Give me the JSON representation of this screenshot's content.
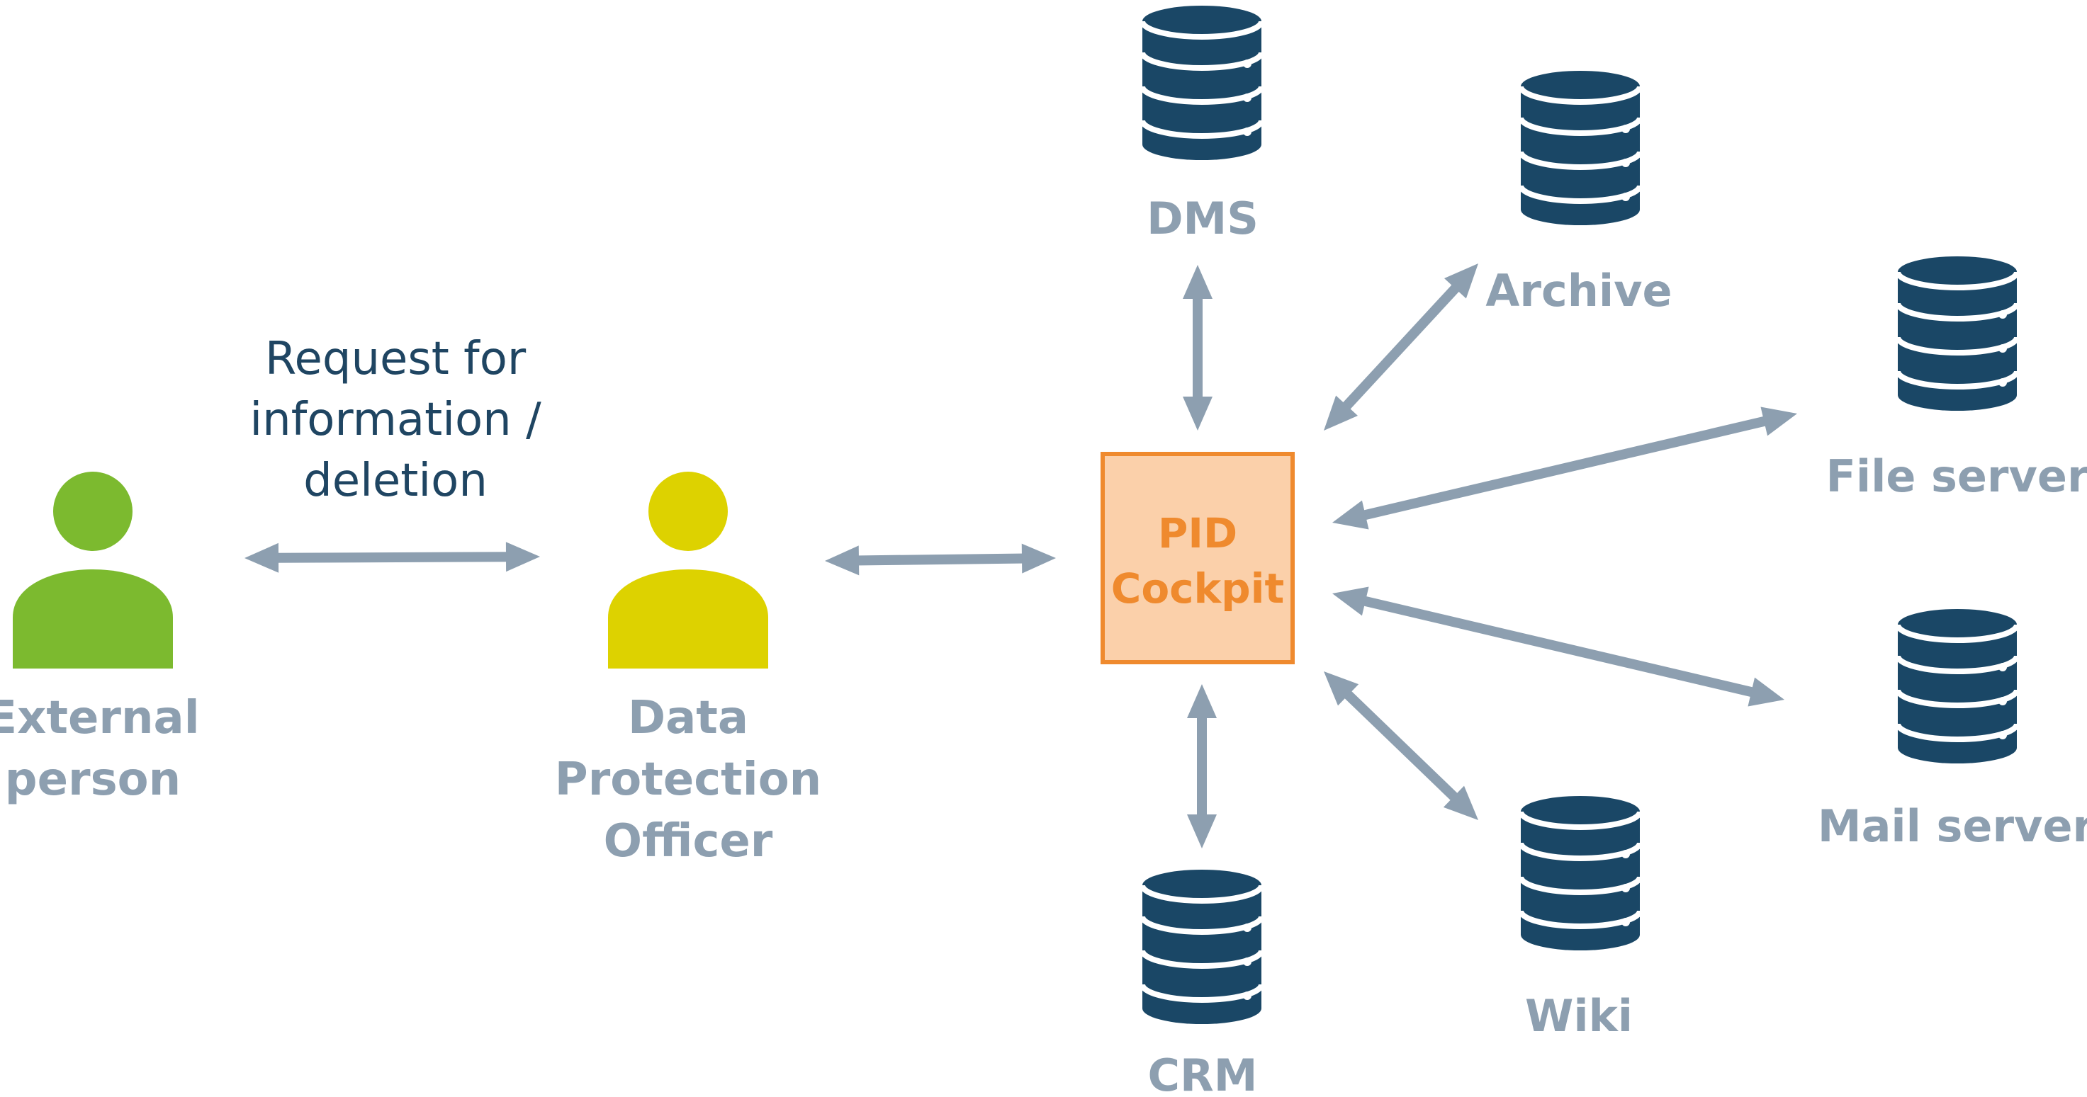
{
  "colors": {
    "arrow": "#8d9fb0",
    "label": "#8d9fb0",
    "request_text": "#1f4562",
    "database": "#1a4766",
    "external_person": "#7cba2f",
    "dpo_person": "#ddd200",
    "cockpit_fill": "#fbd0aa",
    "cockpit_stroke": "#ef8a2e",
    "cockpit_text": "#ef8a2e"
  },
  "people": {
    "external": {
      "label": [
        "External",
        "person"
      ],
      "icon": "person-icon"
    },
    "dpo": {
      "label": [
        "Data",
        "Protection",
        "Officer"
      ],
      "icon": "person-icon"
    }
  },
  "request": {
    "lines": [
      "Request for",
      "information /",
      "deletion"
    ]
  },
  "cockpit": {
    "lines": [
      "PID",
      "Cockpit"
    ]
  },
  "systems": {
    "dms": {
      "label": "DMS",
      "icon": "database-icon"
    },
    "archive": {
      "label": "Archive",
      "icon": "database-icon"
    },
    "file_server": {
      "label": "File server",
      "icon": "database-icon"
    },
    "mail_server": {
      "label": "Mail server",
      "icon": "database-icon"
    },
    "wiki": {
      "label": "Wiki",
      "icon": "database-icon"
    },
    "crm": {
      "label": "CRM",
      "icon": "database-icon"
    }
  }
}
